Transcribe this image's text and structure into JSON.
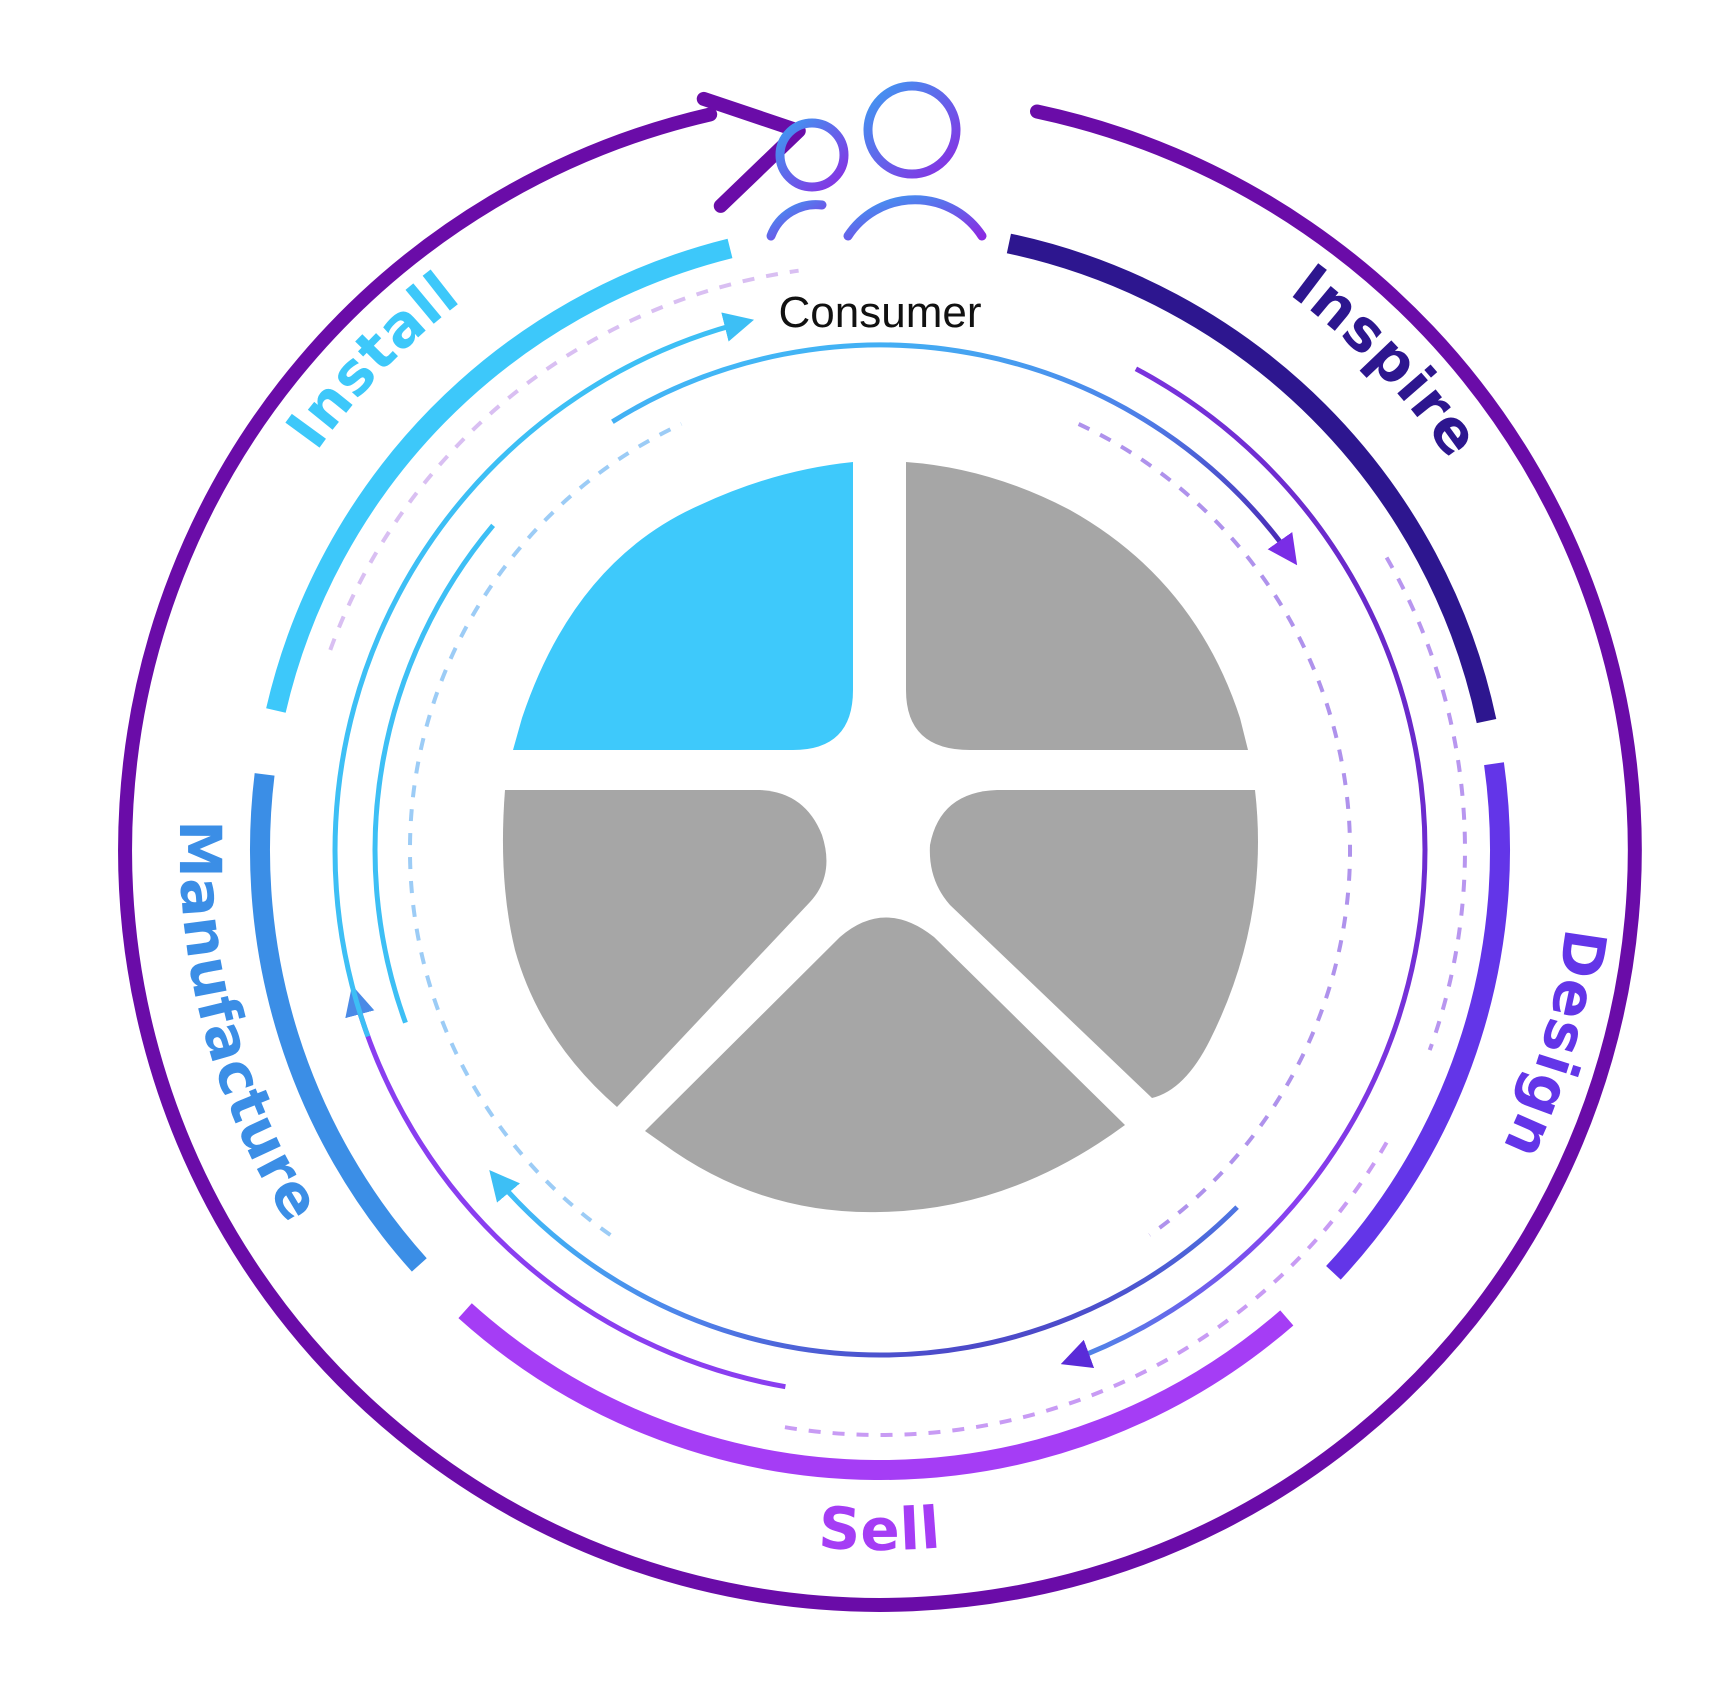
{
  "consumer": {
    "label": "Consumer",
    "icon": "users-icon"
  },
  "stages": [
    {
      "id": "inspire",
      "label": "Inspire",
      "color": "#2d168f"
    },
    {
      "id": "design",
      "label": "Design",
      "color": "#6335e8"
    },
    {
      "id": "sell",
      "label": "Sell",
      "color": "#a53df5"
    },
    {
      "id": "manufacture",
      "label": "Manufacture",
      "color": "#3b8ee6"
    },
    {
      "id": "install",
      "label": "Install",
      "color": "#3dc8fa"
    }
  ],
  "colors": {
    "outer_ring": "#6a0ca8",
    "segment_active": "#3ec9fb",
    "segment_inactive": "#a6a6a6",
    "icon_gradient_start": "#3d9cf2",
    "icon_gradient_end": "#8a2be2"
  },
  "center_segments": [
    {
      "name": "segment-top-left",
      "state": "active"
    },
    {
      "name": "segment-top-right",
      "state": "inactive"
    },
    {
      "name": "segment-right",
      "state": "inactive"
    },
    {
      "name": "segment-bottom",
      "state": "inactive"
    },
    {
      "name": "segment-left",
      "state": "inactive"
    }
  ]
}
